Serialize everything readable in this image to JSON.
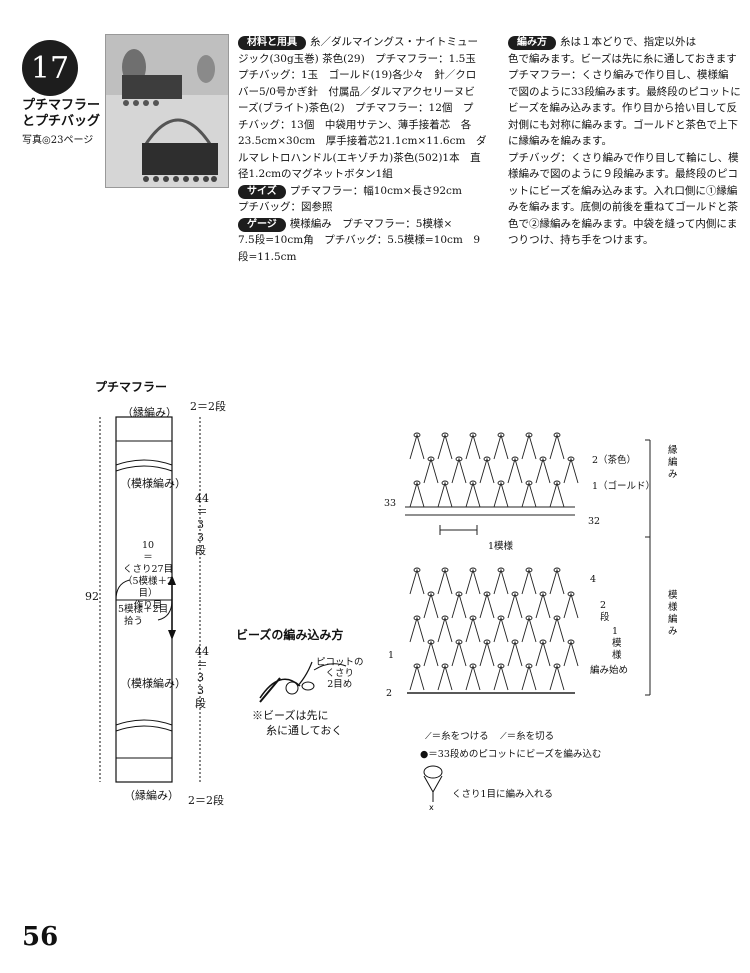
{
  "project": {
    "number": "17",
    "title_line1": "プチマフラー",
    "title_line2": "とプチバッグ",
    "photo_ref": "写真◎23ページ"
  },
  "materials": {
    "tag": "材料と用具",
    "lines": [
      "糸／ダルマイングス・ナイトミュー",
      "ジック(30g玉巻) 茶色(29)　プチマフラー：1.5玉",
      "プチバッグ：1玉　ゴールド(19)各少々　針／クロ",
      "バー5/0号かぎ針　付属品／ダルマアクセリーヌビ",
      "ーズ(ブライト)茶色(2)　プチマフラー：12個　プ",
      "チバッグ：13個　中袋用サテン、薄手接着芯　各",
      "23.5cm×30cm　厚手接着芯21.1cm×11.6cm　ダ",
      "ルマレトロハンドル(エキゾチカ)茶色(502)1本　直",
      "径1.2cmのマグネットボタン1組"
    ]
  },
  "size": {
    "tag": "サイズ",
    "line1": "プチマフラー：幅10cm×長さ92cm",
    "line2": "プチバッグ：図参照"
  },
  "gauge": {
    "tag": "ゲージ",
    "line1": "模様編み　プチマフラー：5模様×",
    "line2": "7.5段=10cm角　プチバッグ：5.5模様=10cm　9",
    "line3": "段=11.5cm"
  },
  "method": {
    "tag": "編み方",
    "lines": [
      "糸は１本どりで、指定以外は",
      "色で編みます。ビーズは先に糸に通しておきます",
      "プチマフラー：くさり編みで作り目し、模様編",
      "で図のように33段編みます。最終段のピコットに",
      "ビーズを編み込みます。作り目から拾い目して反",
      "対側にも対称に編みます。ゴールドと茶色で上下",
      "に縁編みを編みます。",
      "プチバッグ：くさり編みで作り目して輪にし、模",
      "様編みで図のように９段編みます。最終段のピコ",
      "ットにビーズを編み込みます。入れ口側に①縁編",
      "みを編みます。底側の前後を重ねてゴールドと茶",
      "色で②縁編みを編みます。中袋を縫って内側にま",
      "つりつけ、持ち手をつけます。"
    ]
  },
  "scarf_diagram": {
    "title": "プチマフラー",
    "edge_top": "（縁編み）",
    "edge_bottom": "（縁編み）",
    "pattern_top": "（模様編み）",
    "pattern_bottom": "（模様編み）",
    "rows_top": "2＝2段",
    "rows_bottom": "2＝2段",
    "len_top_value": "44",
    "len_top_eq": "＝",
    "len_top_rows": "33段",
    "len_bottom_value": "44",
    "len_bottom_eq": "＝",
    "len_bottom_rows": "33段",
    "total": "92",
    "width_value": "10",
    "width_eq": "＝",
    "foundation1": "くさり27目",
    "foundation2": "（5模様＋2目）",
    "foundation3": "作り目",
    "pickup1": "5模様＋2目",
    "pickup2": "拾う"
  },
  "bead_diagram": {
    "title": "ビーズの編み込み方",
    "picot1": "ピコットの",
    "picot2": "くさり",
    "picot3": "2目め",
    "note1": "※ビーズは先に",
    "note2": "糸に通しておく"
  },
  "chart": {
    "color_brown": "2（茶色）",
    "color_gold": "1（ゴールド）",
    "row_33": "33",
    "row_32": "32",
    "one_repeat": "1模様",
    "edge_label": "縁編み",
    "pattern_label": "模様編み",
    "row_4": "4",
    "two_rows": "2段",
    "one_pattern": "1模様",
    "row_1": "1",
    "row_2": "2",
    "start": "編み始め",
    "legend_attach": "＝糸をつける",
    "legend_cut": "＝糸を切る",
    "legend_bead": "＝33段めのピコットにビーズを編み込む",
    "legend_chain": "くさり1目に編み入れる"
  },
  "page_number": "56"
}
